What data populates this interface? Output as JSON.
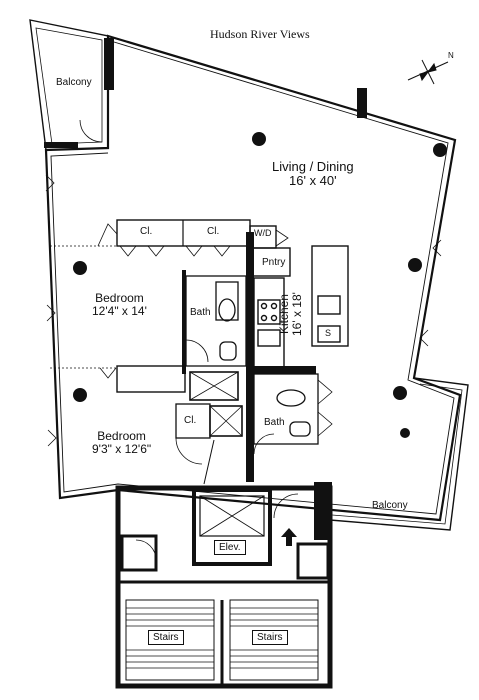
{
  "header": {
    "views_label": "Hudson River Views"
  },
  "compass": {
    "north_label": "N"
  },
  "rooms": {
    "living_dining": {
      "name": "Living / Dining",
      "dims": "16' x 40'"
    },
    "kitchen": {
      "name": "Kitchen",
      "dims": "16' x 18'"
    },
    "bedroom_1": {
      "name": "Bedroom",
      "dims": "12'4\" x 14'"
    },
    "bedroom_2": {
      "name": "Bedroom",
      "dims": "9'3\" x 12'6\""
    },
    "bath_1": {
      "name": "Bath"
    },
    "bath_2": {
      "name": "Bath"
    },
    "closet_1": {
      "name": "Cl."
    },
    "closet_2": {
      "name": "Cl."
    },
    "closet_3": {
      "name": "Cl."
    },
    "washer_dryer": {
      "name": "W/D"
    },
    "pantry": {
      "name": "Pntry"
    },
    "balcony_top": {
      "name": "Balcony"
    },
    "balcony_bottom": {
      "name": "Balcony"
    },
    "elevator": {
      "name": "Elev."
    },
    "stairs_left": {
      "name": "Stairs"
    },
    "stairs_right": {
      "name": "Stairs"
    },
    "appliance_s": {
      "name": "S"
    }
  },
  "colors": {
    "wall": "#111111",
    "background": "#ffffff"
  }
}
